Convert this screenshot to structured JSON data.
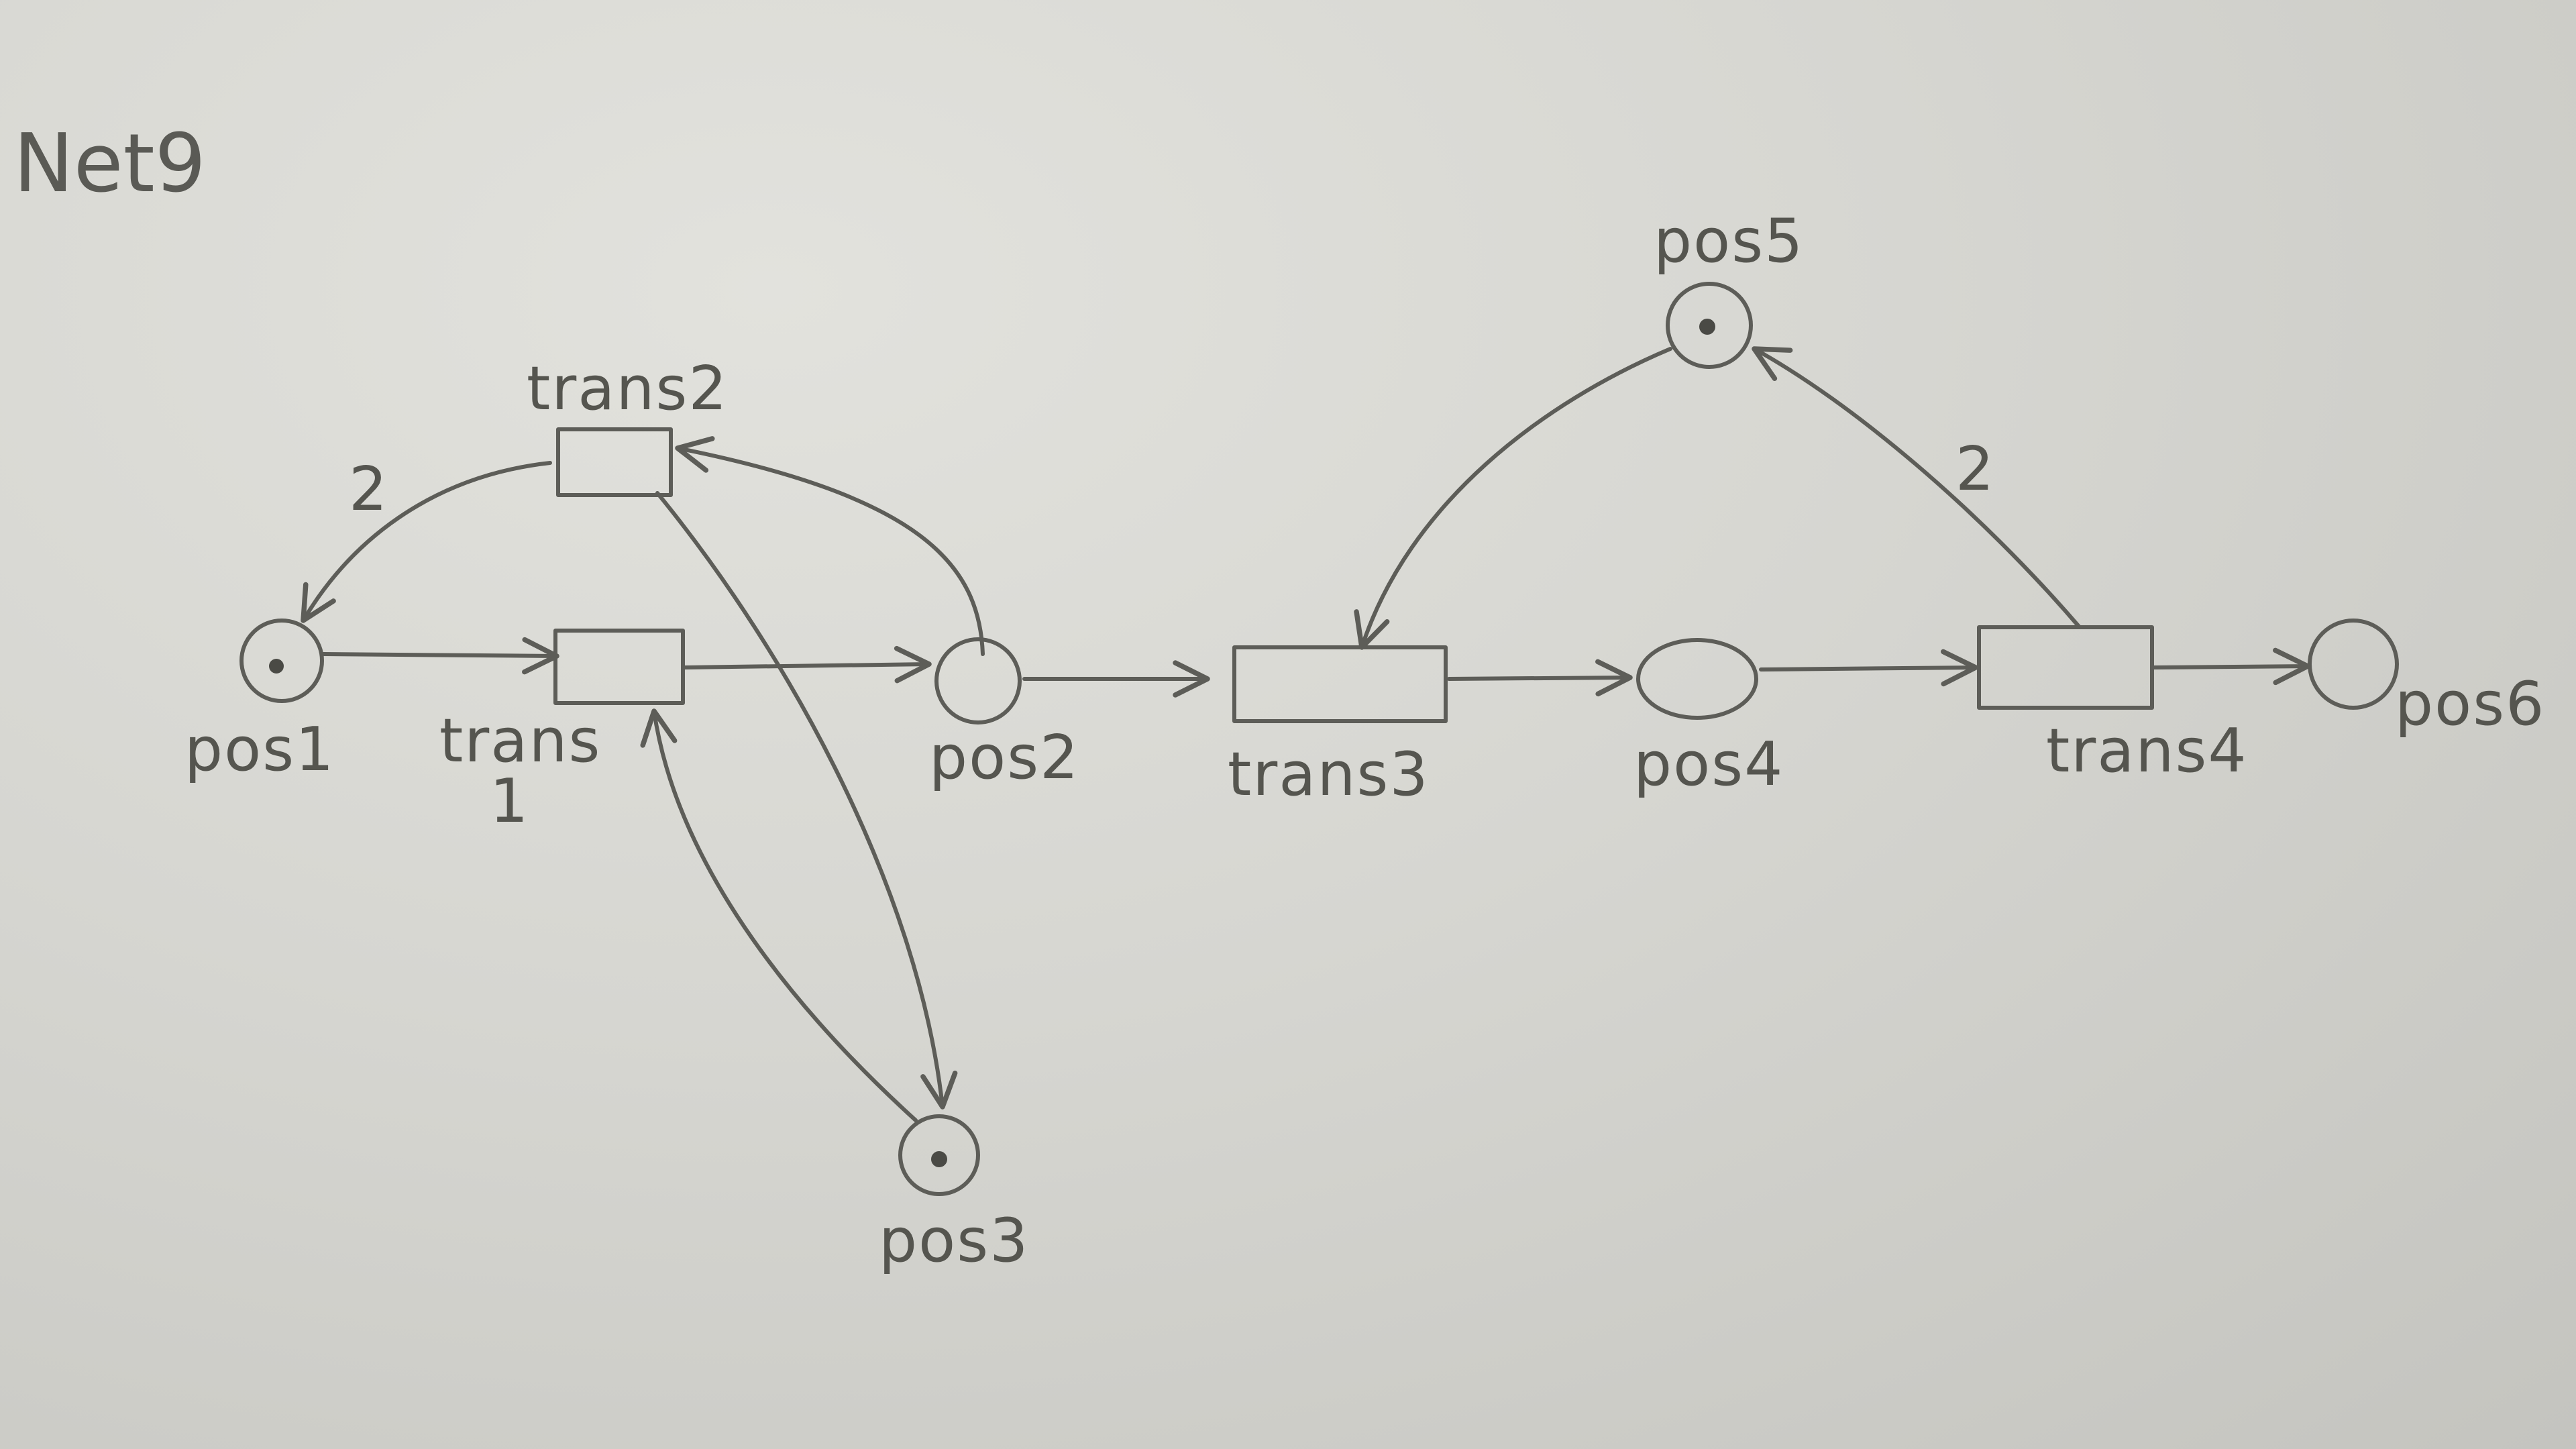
{
  "title": "Net9",
  "places": [
    {
      "id": "pos1",
      "label": "pos1",
      "tokens": 1
    },
    {
      "id": "pos2",
      "label": "pos2",
      "tokens": 0
    },
    {
      "id": "pos3",
      "label": "pos3",
      "tokens": 1
    },
    {
      "id": "pos4",
      "label": "pos4",
      "tokens": 0
    },
    {
      "id": "pos5",
      "label": "pos5",
      "tokens": 1
    },
    {
      "id": "pos6",
      "label": "pos6",
      "tokens": 0
    }
  ],
  "transitions": [
    {
      "id": "trans1",
      "label_line1": "trans",
      "label_line2": "1"
    },
    {
      "id": "trans2",
      "label": "trans2"
    },
    {
      "id": "trans3",
      "label": "trans3"
    },
    {
      "id": "trans4",
      "label": "trans4"
    }
  ],
  "arcs": [
    {
      "from": "pos1",
      "to": "trans1"
    },
    {
      "from": "trans1",
      "to": "pos2"
    },
    {
      "from": "pos2",
      "to": "trans2"
    },
    {
      "from": "trans2",
      "to": "pos1",
      "weight": "2"
    },
    {
      "from": "trans2",
      "to": "pos3"
    },
    {
      "from": "pos3",
      "to": "trans1"
    },
    {
      "from": "pos2",
      "to": "trans3"
    },
    {
      "from": "trans3",
      "to": "pos4"
    },
    {
      "from": "pos5",
      "to": "trans3"
    },
    {
      "from": "pos4",
      "to": "trans4"
    },
    {
      "from": "trans4",
      "to": "pos5",
      "weight": "2"
    },
    {
      "from": "trans4",
      "to": "pos6"
    }
  ]
}
